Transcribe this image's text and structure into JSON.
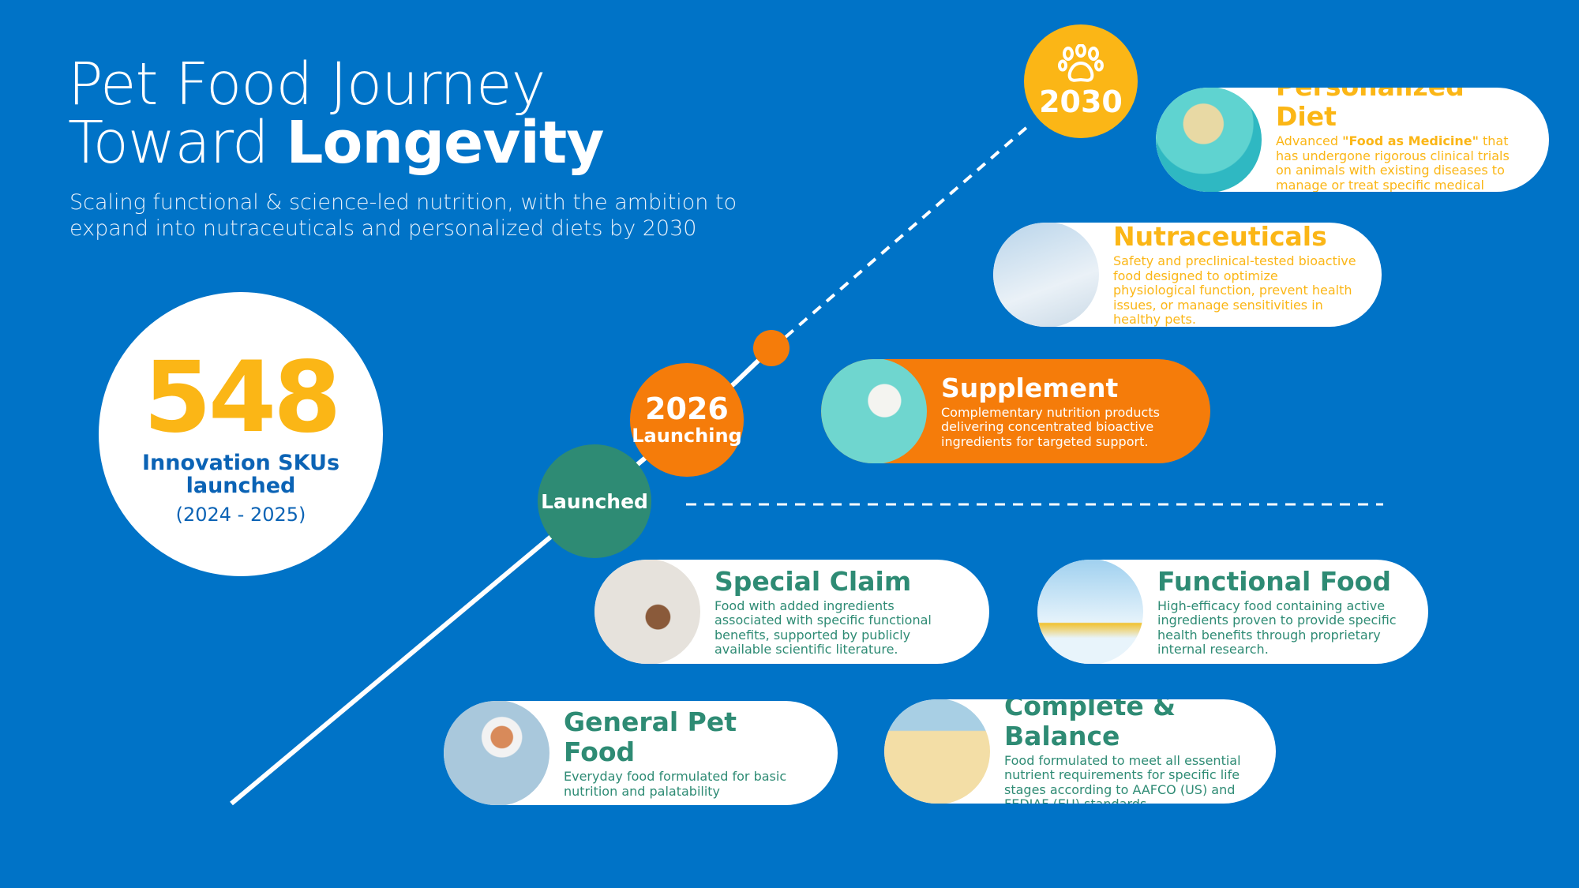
{
  "header": {
    "title_line1": "Pet Food Journey",
    "title_line2_regular": "Toward ",
    "title_line2_bold": "Longevity",
    "subtitle_line1": "Scaling functional & science-led nutrition, with the ambition to",
    "subtitle_line2": "expand into nutraceuticals and personalized diets by 2030"
  },
  "stat": {
    "value": "548",
    "label_line1": "Innovation SKUs",
    "label_line2": "launched",
    "years": "(2024 - 2025)"
  },
  "milestones": {
    "launched": "Launched",
    "y2026": "2026",
    "y2026_label": "Launching",
    "y2030": "2030"
  },
  "cards": {
    "personalized": {
      "title": "Personalized Diet",
      "desc_pre": "Advanced ",
      "desc_bold": "\"Food as Medicine\"",
      "desc_post": " that has undergone rigorous clinical trials on animals with existing diseases to manage or treat specific medical conditions"
    },
    "nutraceuticals": {
      "title": "Nutraceuticals",
      "desc": "Safety and preclinical-tested bioactive food designed to optimize physiological function, prevent health issues, or manage sensitivities in healthy pets."
    },
    "supplement": {
      "title": "Supplement",
      "desc": "Complementary nutrition products delivering concentrated bioactive ingredients for targeted support."
    },
    "special_claim": {
      "title": "Special Claim",
      "desc": "Food with added ingredients associated with specific functional benefits, supported by publicly available scientific literature."
    },
    "functional_food": {
      "title": "Functional Food",
      "desc": "High-efficacy food containing active ingredients proven to provide specific health benefits through proprietary internal research."
    },
    "general": {
      "title": "General Pet Food",
      "desc": "Everyday food formulated for basic nutrition and palatability"
    },
    "complete": {
      "title": "Complete & Balance",
      "desc": "Food formulated to meet all essential nutrient requirements for specific life stages according to AAFCO (US) and FEDIAF (EU) standards."
    }
  },
  "colors": {
    "background": "#0073c7",
    "yellow": "#fbb616",
    "orange": "#f57c0a",
    "green": "#2e8b74"
  }
}
